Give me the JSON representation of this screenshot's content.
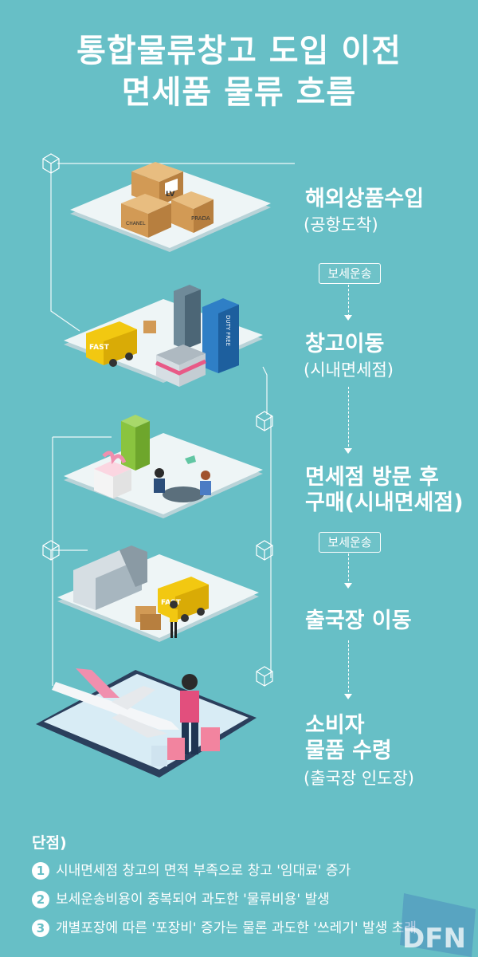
{
  "title": {
    "line1": "통합물류창고 도입 이전",
    "line2": "면세품 물류 흐름"
  },
  "steps": [
    {
      "title": "해외상품수입",
      "sub": "(공항도착)"
    },
    {
      "title": "창고이동",
      "sub": "(시내면세점)"
    },
    {
      "title": "면세점 방문 후",
      "title2": "구매(시내면세점)"
    },
    {
      "title": "출국장 이동"
    },
    {
      "title": "소비자",
      "title2": "물품 수령",
      "sub": "(출국장 인도장)"
    }
  ],
  "transport_label": "보세운송",
  "transport_label_2": "보세운송",
  "box_brands": {
    "lv": "LV",
    "chanel": "CHANEL",
    "prada": "PRADA"
  },
  "truck_text": "FAST",
  "tower_text": "DUTY FREE",
  "disadvantages": {
    "title": "단점)",
    "items": [
      {
        "num": "1",
        "text": "시내면세점 창고의 면적 부족으로 창고 '임대료' 증가"
      },
      {
        "num": "2",
        "text": "보세운송비용이 중복되어 과도한 '물류비용' 발생"
      },
      {
        "num": "3",
        "text": "개별포장에 따른 '포장비' 증가는 물론 과도한 '쓰레기' 발생 초래"
      }
    ]
  },
  "watermark": {
    "logo": "DFN"
  },
  "colors": {
    "background": "#67bfc6",
    "platform": "#e9f2f4",
    "box": "#d7a96a",
    "truck": "#f2c811",
    "gift_pink": "#f08fae",
    "gift_green": "#8ac43f",
    "shirt_pink": "#e24f7d",
    "bag_pink": "#f2849f"
  }
}
